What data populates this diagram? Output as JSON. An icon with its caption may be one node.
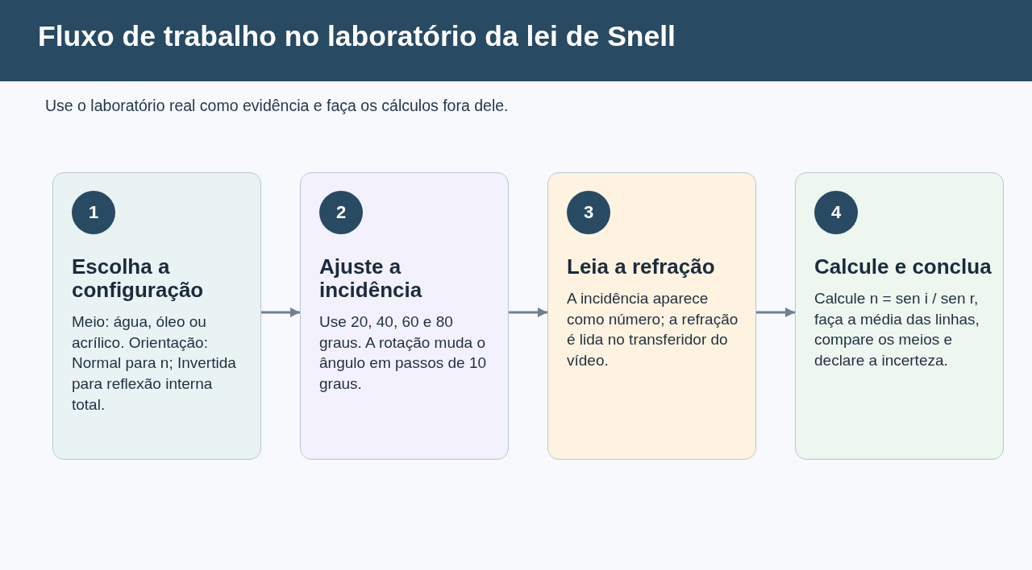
{
  "diagram": {
    "title": "Fluxo de trabalho no laboratório da lei de Snell",
    "nodes": [
      {
        "text": [
          "Escolha a configuração",
          "Meio: água, óleo ou acrílico. Orientação: Normal para n; Invertida para reflexão interna total."
        ]
      },
      {
        "text": [
          "1"
        ],
        "in": 0
      },
      {
        "text": [
          "Ajuste a incidência",
          "Use 20, 40, 60 e 80 graus. A rotação muda o ângulo em passos de 10 graus."
        ]
      },
      {
        "text": [
          "2"
        ],
        "in": 2
      },
      {
        "text": [
          "Leia a refração",
          "A incidência aparece como número; a refração é lida no transferidor do vídeo."
        ]
      },
      {
        "text": [
          "3"
        ],
        "in": 4
      },
      {
        "text": [
          "Calcule e conclua",
          "Calcule n = sen i / sen r, faça a média das linhas, compare os meios e declare a incerteza."
        ]
      },
      {
        "text": [
          "4"
        ],
        "in": 6
      }
    ],
    "edges": [
      {
        "from": 0,
        "to": 2,
        "arrow": "to"
      },
      {
        "from": 2,
        "to": 4,
        "arrow": "to"
      },
      {
        "from": 4,
        "to": 6,
        "arrow": "to"
      }
    ],
    "labels": [
      "Use o laboratório real como evidência e faça os cálculos fora dele."
    ]
  }
}
